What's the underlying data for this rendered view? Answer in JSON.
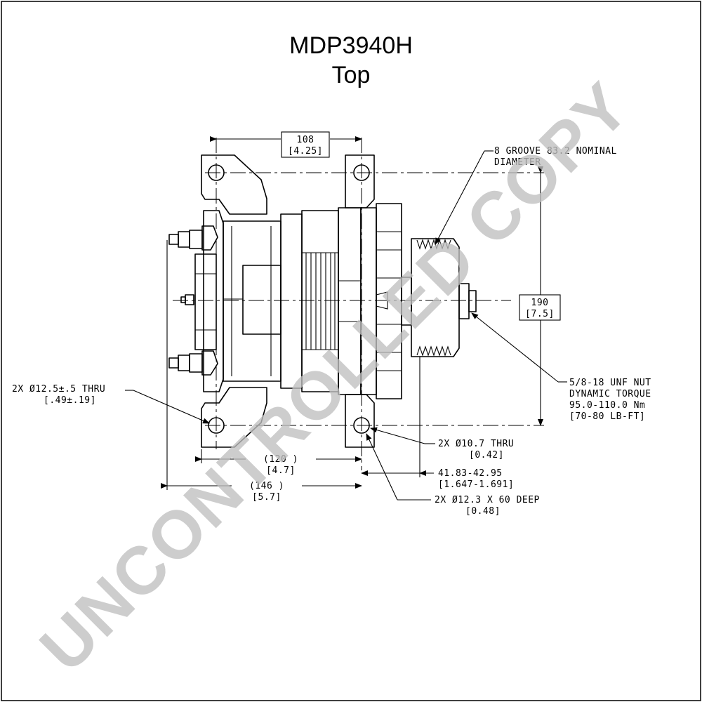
{
  "title": "MDP3940H",
  "subtitle": "Top",
  "watermark": "UNCONTROLLED COPY",
  "dimensions": {
    "top_width_mm": "108",
    "top_width_in": "[4.25]",
    "height_mm": "190",
    "height_in": "[7.5]",
    "width_120_mm": "(120 )",
    "width_120_in": "[4.7]",
    "width_146_mm": "(146 )",
    "width_146_in": "[5.7]",
    "pulley_offset_mm": "41.83-42.95",
    "pulley_offset_in": "[1.647-1.691]"
  },
  "callouts": {
    "groove_line1": "8 GROOVE 83.2 NOMINAL",
    "groove_line2": "DIAMETER",
    "nut_line1": "5/8-18 UNF NUT",
    "nut_line2": "DYNAMIC TORQUE",
    "nut_line3": "95.0-110.0 Nm",
    "nut_line4": "[70-80 LB-FT]",
    "hole_left_line1": "2X Ø12.5±.5 THRU",
    "hole_left_line2": "[.49±.19]",
    "hole_right_line1": "2X Ø10.7   THRU",
    "hole_right_line2": "[0.42]",
    "hole_deep_line1": "2X Ø12.3   X 60 DEEP",
    "hole_deep_line2": "[0.48]"
  }
}
